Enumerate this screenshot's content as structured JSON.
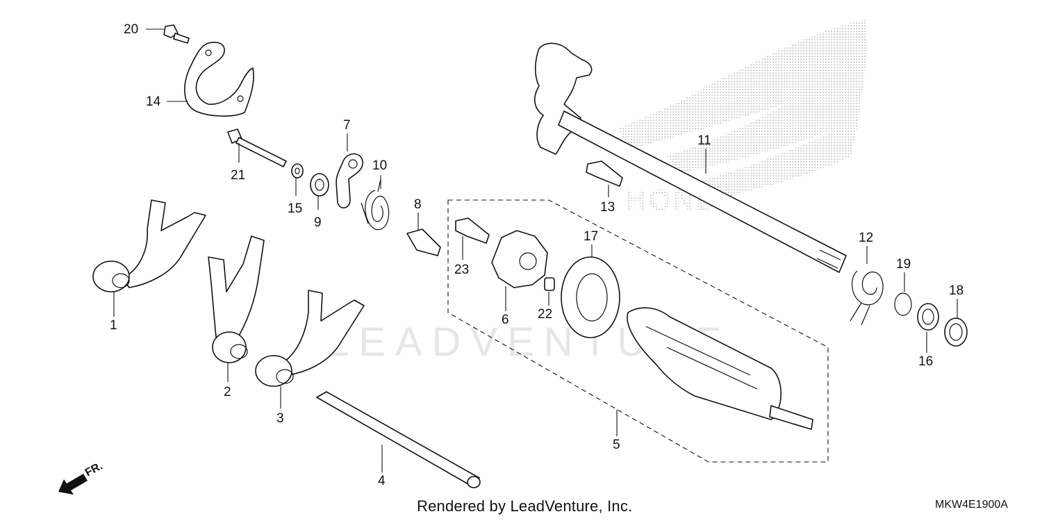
{
  "diagram": {
    "footer_credit": "Rendered by LeadVenture, Inc.",
    "diagram_code": "MKW4E1900A",
    "front_indicator": "FR.",
    "watermark_text": "LEADVENTURE",
    "watermark_brand": "HONDA",
    "callouts": [
      "1",
      "2",
      "3",
      "4",
      "5",
      "6",
      "7",
      "8",
      "9",
      "10",
      "11",
      "12",
      "13",
      "14",
      "15",
      "16",
      "17",
      "18",
      "19",
      "20",
      "21",
      "22",
      "23"
    ],
    "colors": {
      "ink": "#111111",
      "background": "#ffffff",
      "watermark": "#c8c8c8"
    }
  }
}
